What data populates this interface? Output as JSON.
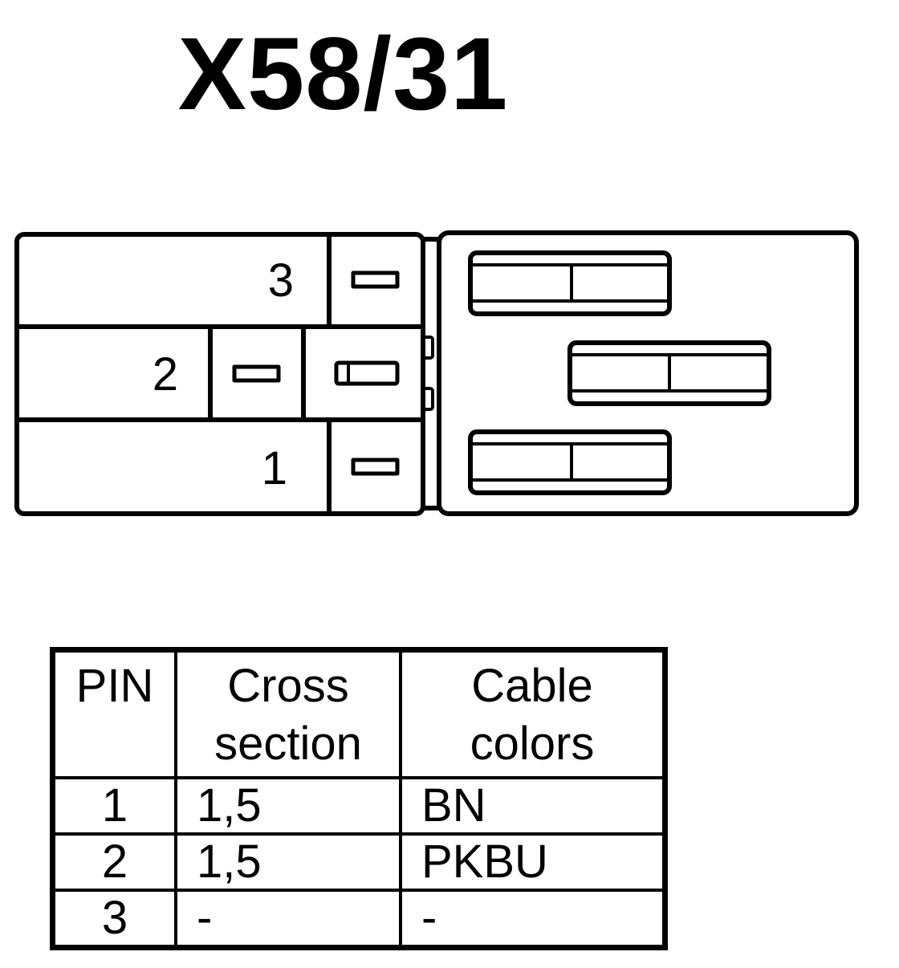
{
  "title": "X58/31",
  "connector": {
    "pin_labels": [
      "3",
      "2",
      "1"
    ]
  },
  "table": {
    "headers": {
      "pin": "PIN",
      "cross_line1": "Cross",
      "cross_line2": "section",
      "color_line1": "Cable",
      "color_line2": "colors"
    },
    "rows": [
      {
        "pin": "1",
        "cross": "1,5",
        "color": "BN"
      },
      {
        "pin": "2",
        "cross": "1,5",
        "color": "PKBU"
      },
      {
        "pin": "3",
        "cross": "-",
        "color": "-"
      }
    ]
  }
}
